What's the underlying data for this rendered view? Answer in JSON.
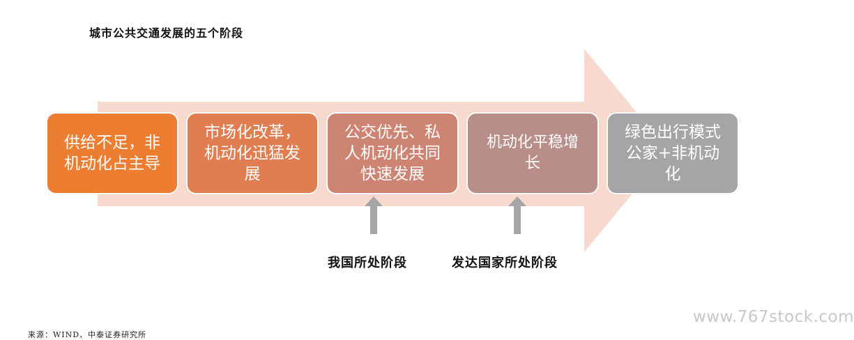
{
  "title": "城市公共交通发展的五个阶段",
  "colors": {
    "big_arrow": "#f8d9ce",
    "stage_1": "#ed7d31",
    "stage_2": "#e07e52",
    "stage_3": "#cd8472",
    "stage_4": "#b98d88",
    "stage_5": "#a5a5a5",
    "marker_arrow": "#a6a6a6"
  },
  "stages": [
    {
      "lines": [
        "供给不足，非",
        "机动化占主导"
      ]
    },
    {
      "lines": [
        "市场化改革，",
        "机动化迅猛发",
        "展"
      ]
    },
    {
      "lines": [
        "公交优先、私",
        "人机动化共同",
        "快速发展"
      ]
    },
    {
      "lines": [
        "机动化平稳增",
        "长"
      ]
    },
    {
      "lines": [
        "绿色出行模式",
        "公家+非机动",
        "化"
      ]
    }
  ],
  "markers": [
    {
      "label": "我国所处阶段",
      "stage": 3
    },
    {
      "label": "发达国家所处阶段",
      "stage": 4
    }
  ],
  "source": "来源：WIND、中泰证券研究所",
  "watermark": "www.767stock.com"
}
